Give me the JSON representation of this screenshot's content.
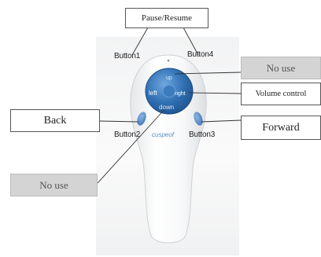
{
  "callouts": {
    "pause_resume": "Pause/Resume",
    "no_use_top": "No use",
    "volume_control": "Volume control",
    "back": "Back",
    "forward": "Forward",
    "no_use_bottom": "No use"
  },
  "buttons": {
    "button1": "Button1",
    "button2": "Button2",
    "button3": "Button3",
    "button4": "Button4"
  },
  "dpad": {
    "up": "up",
    "left": "left",
    "right": "right",
    "down": "down"
  },
  "brand": "cuspeof",
  "colors": {
    "dpad_blue": "#2f6fb2",
    "side_button_blue": "#4a80c4",
    "label_box_grey": "#d4d4d4"
  }
}
